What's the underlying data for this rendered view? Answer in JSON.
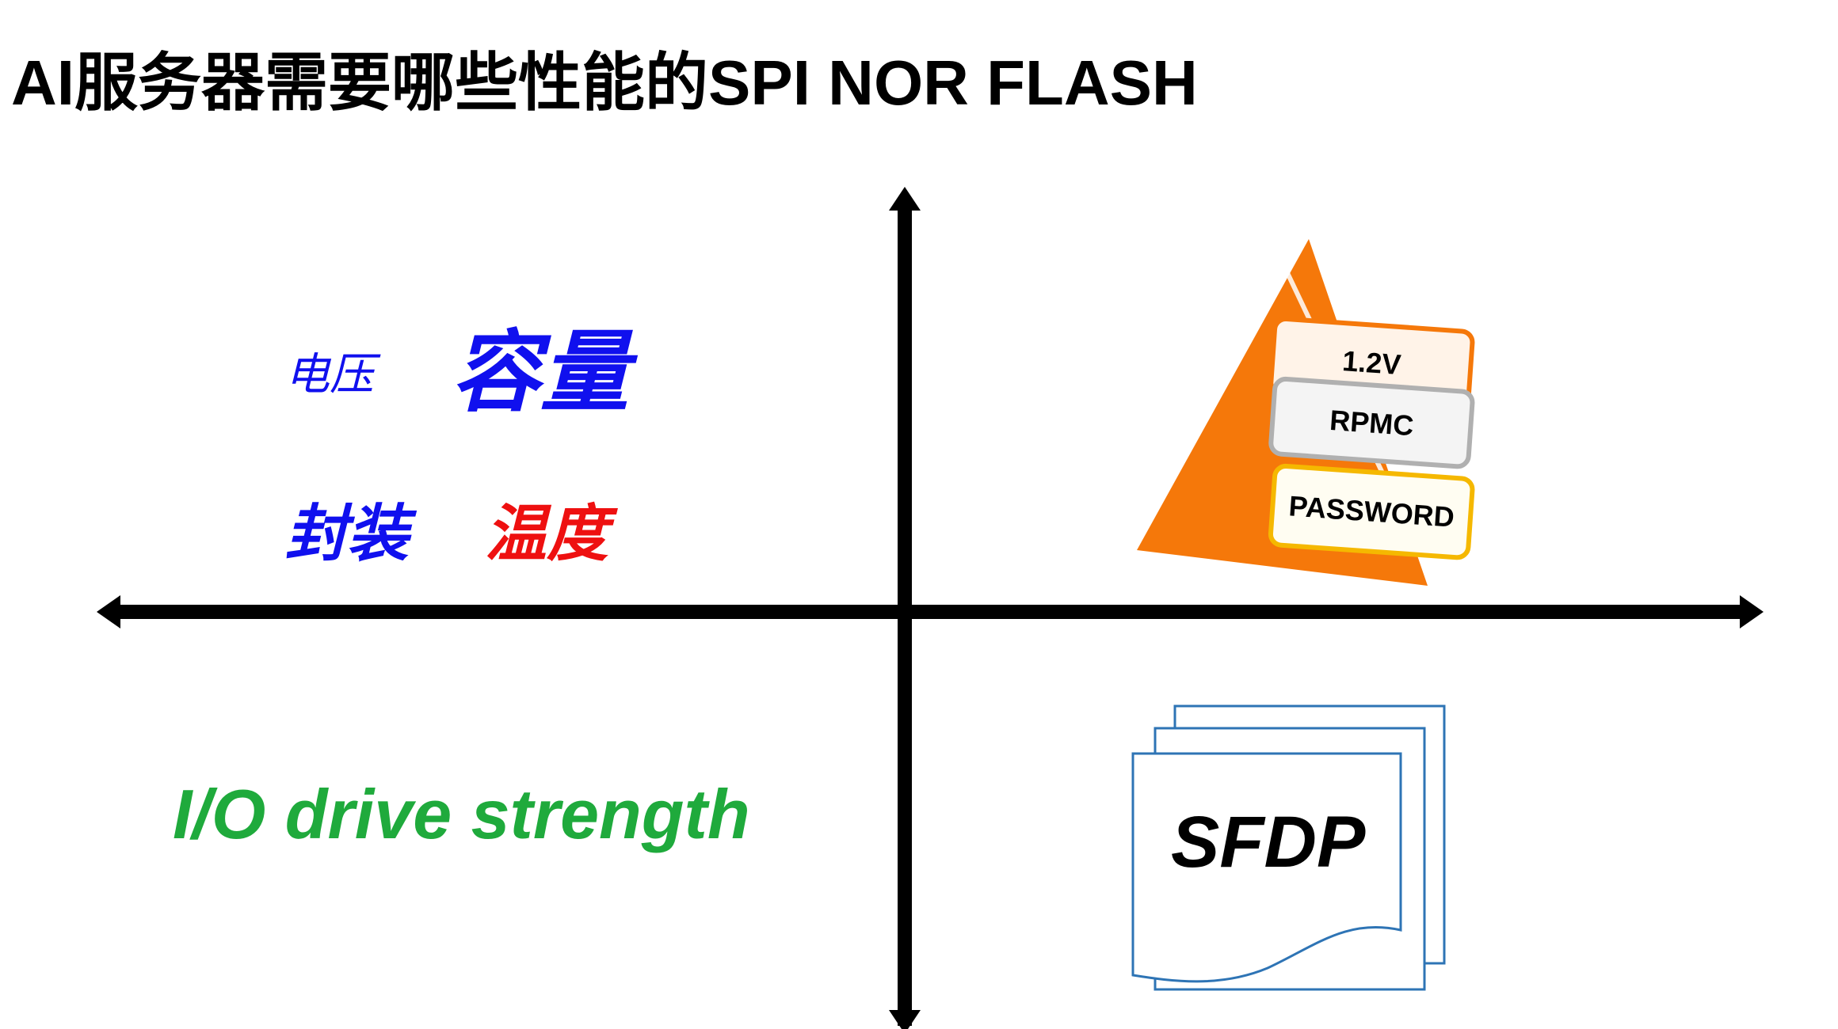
{
  "title": "AI服务器需要哪些性能的SPI NOR FLASH",
  "quadrants": {
    "top_left": {
      "voltage": "电压",
      "capacity": "容量",
      "package": "封装",
      "temperature": "温度"
    },
    "top_right": {
      "items": [
        "1.2V",
        "RPMC",
        "PASSWORD"
      ]
    },
    "bottom_left": {
      "io": "I/O drive strength"
    },
    "bottom_right": {
      "doc": "SFDP"
    }
  },
  "colors": {
    "blue": "#1010ee",
    "red": "#ee1010",
    "green": "#1faa3c",
    "orange": "#f5780a",
    "axis": "#000000"
  }
}
